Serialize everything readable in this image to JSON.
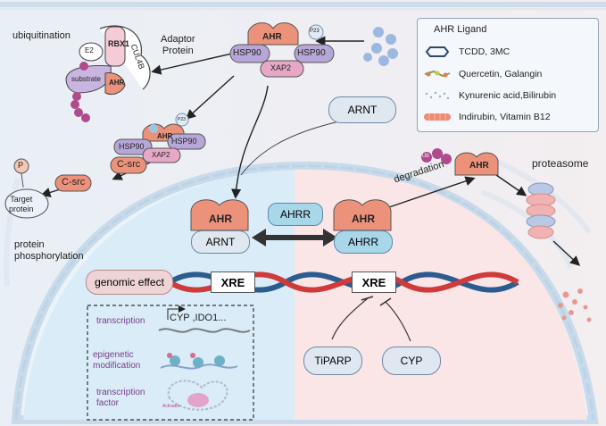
{
  "top_left": {
    "ubiquitination": "ubiquitination",
    "adaptor_protein": "Adaptor\nProtein",
    "rbx1": "RBX1",
    "cul4b": "CUL4B",
    "e2": "E2",
    "substrate": "substrate",
    "ahr": "AHR"
  },
  "top_complex": {
    "ahr": "AHR",
    "hsp90_left": "HSP90",
    "hsp90_right": "HSP90",
    "xap2": "XAP2",
    "p23": "P23"
  },
  "csrc_complex": {
    "ahr": "AHR",
    "p23": "P23",
    "hsp90_left": "HSP90",
    "hsp90_right": "HSP90",
    "xap2": "XAP2",
    "csrc": "C-src"
  },
  "left_side": {
    "csrc": "C-src",
    "p": "P",
    "target_protein": "Target\nprotein",
    "protein_phosphorylation": "protein\nphosphorylation"
  },
  "legend": {
    "title": "AHR Ligand",
    "items": [
      {
        "label": "TCDD, 3MC",
        "icon": "hexagon-icon"
      },
      {
        "label": "Quercetin, Galangin",
        "icon": "molecule-icon"
      },
      {
        "label": "Kynurenic acid,Bilirubin",
        "icon": "dots-icon"
      },
      {
        "label": "Indirubin, Vitamin B12",
        "icon": "capsule-icon"
      }
    ]
  },
  "middle": {
    "arnt_top": "ARNT",
    "ahr_left": "AHR",
    "arnt_left": "ARNT",
    "ahrr_middle": "AHRR",
    "ahr_right": "AHR",
    "ahrr_right": "AHRR",
    "degradation": "degradation",
    "ahr_degradation": "AHR",
    "proteasome": "proteasome",
    "ub": "Ub"
  },
  "dna": {
    "xre_left": "XRE",
    "xre_right": "XRE",
    "genomic_effect": "genomic effect"
  },
  "effects_box": {
    "transcription": "transcription",
    "genes": "CYP ,IDO1...",
    "epigenetic": "epigenetic\nmodification",
    "transcription_factor": "transcription\nfactor",
    "activator": "Activator"
  },
  "bottom": {
    "tiparp": "TiPARP",
    "cyp": "CYP"
  },
  "colors": {
    "ahr": "#ec927a",
    "hsp90": "#b7a7d8",
    "xap2": "#e7a8c8",
    "arnt": "#dfe7f1",
    "ahrr": "#a9d7ea",
    "nucleus_left": "#d8ecf7",
    "nucleus_right": "#fbe3e3",
    "dna_red": "#cf3a3a",
    "dna_blue": "#2c5b8f",
    "ub": "#b04a8c"
  }
}
